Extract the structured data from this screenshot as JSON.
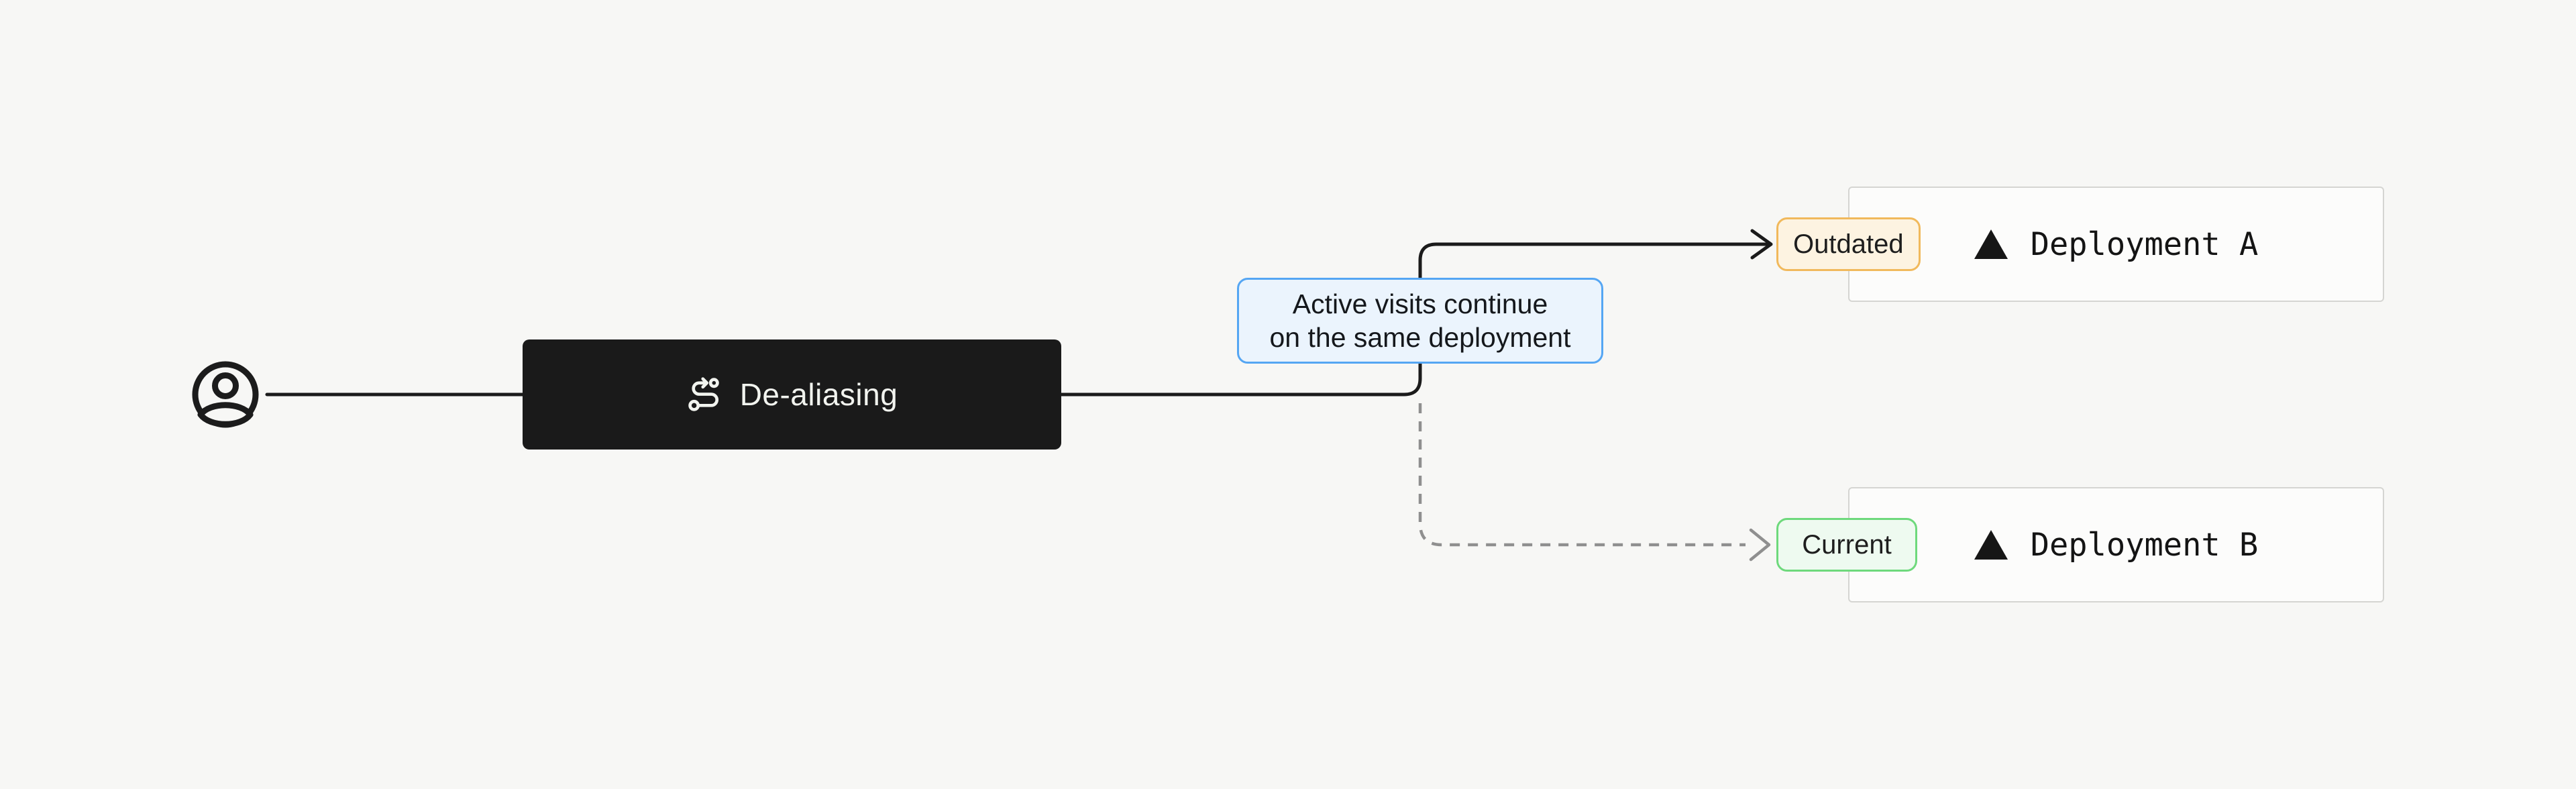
{
  "diagram": {
    "background": "#f7f7f5",
    "user_node": {
      "icon": "user-circle-icon"
    },
    "process_node": {
      "label": "De-aliasing",
      "icon": "route-icon",
      "bg": "#1a1a1a",
      "text_color": "#f2f4ef"
    },
    "annotation": {
      "lines": [
        "Active visits continue",
        "on the same deployment"
      ],
      "bg": "#ebf4fd",
      "border": "#55a6f3"
    },
    "connectors": {
      "user_to_process": "solid",
      "process_to_top": "solid",
      "process_to_bottom": "dashed",
      "solid_color": "#1b1b1b",
      "dashed_color": "#8f8f8f"
    },
    "top_branch": {
      "badge": {
        "label": "Outdated",
        "bg": "#fdf3e1",
        "border": "#f1b95c"
      },
      "node": {
        "label": "Deployment A",
        "icon": "vercel-triangle-icon",
        "bg": "#fcfcfb",
        "border": "#d5d5d2"
      }
    },
    "bottom_branch": {
      "badge": {
        "label": "Current",
        "bg": "#eefaf0",
        "border": "#6ed97c"
      },
      "node": {
        "label": "Deployment B",
        "icon": "vercel-triangle-icon",
        "bg": "#fcfcfb",
        "border": "#d5d5d2"
      }
    }
  }
}
